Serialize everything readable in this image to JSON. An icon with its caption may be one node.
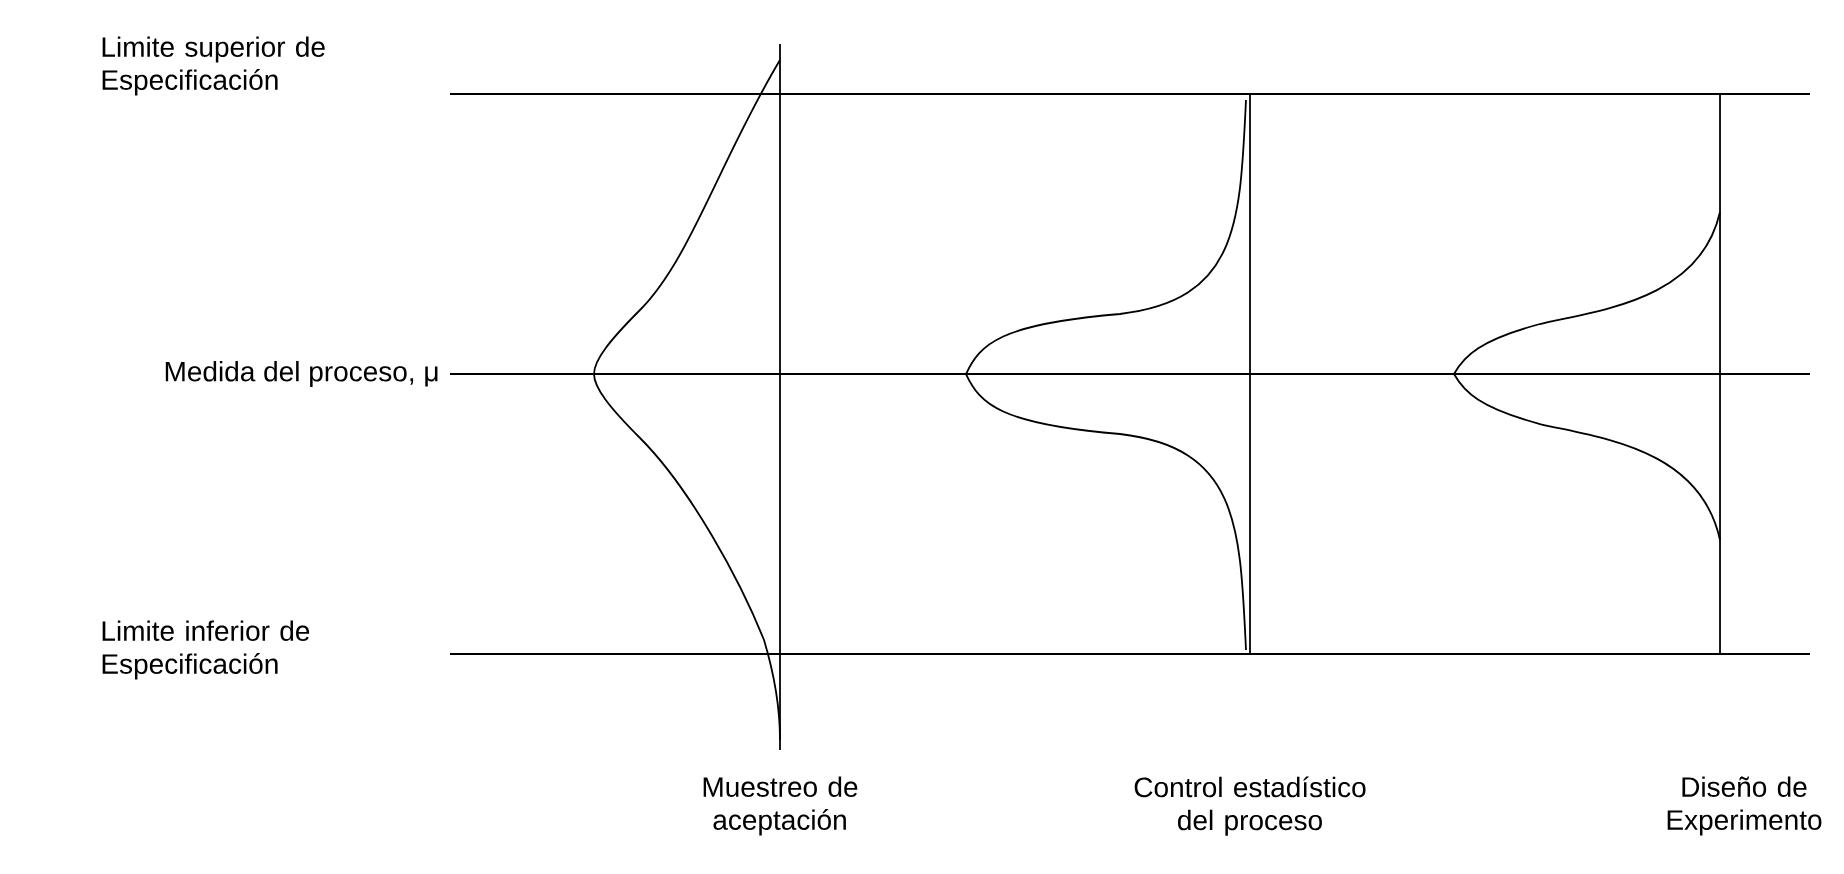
{
  "diagram": {
    "labels": [
      "Limite superior de Especificación",
      "Medida del proceso, μ",
      "Limite inferior de Especificación",
      "Muestreo de aceptación",
      "Control estadístico del proceso",
      "Diseño de Experimento"
    ]
  }
}
